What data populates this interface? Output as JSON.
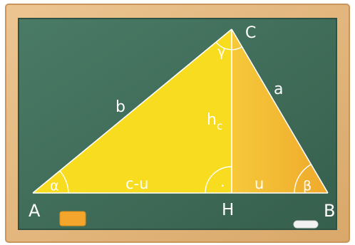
{
  "vertices": {
    "A": "A",
    "B": "B",
    "C": "C",
    "H": "H"
  },
  "sides": {
    "a": "a",
    "b": "b",
    "c_minus_u": "c-u",
    "u": "u"
  },
  "height_label": {
    "base": "h",
    "sub": "c"
  },
  "angles": {
    "alpha": "α",
    "beta": "β",
    "gamma": "γ"
  },
  "right_angle_mark": "·",
  "colors": {
    "board": "#3f6f5a",
    "frame": "#e3b77c",
    "left_triangle": "#f7dc1f",
    "right_triangle": "#f2b72f",
    "lines": "#ffffff"
  }
}
